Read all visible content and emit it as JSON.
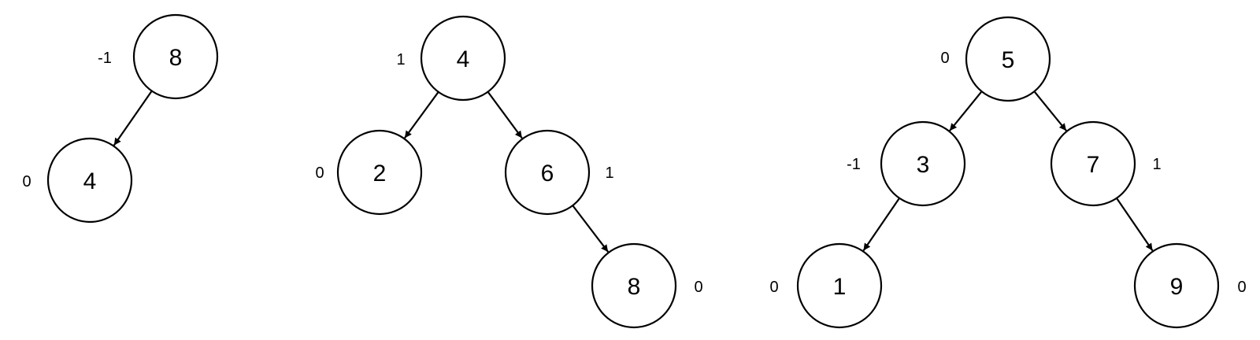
{
  "colors": {
    "stroke": "#000000",
    "node_fill": "#ffffff",
    "background": "#ffffff"
  },
  "trees": [
    {
      "id": "tree-1",
      "nodes": [
        {
          "id": "t1-n8",
          "value": "8",
          "balance": "-1"
        },
        {
          "id": "t1-n4",
          "value": "4",
          "balance": "0"
        }
      ],
      "edges": [
        {
          "from": "t1-n8",
          "to": "t1-n4"
        }
      ]
    },
    {
      "id": "tree-2",
      "nodes": [
        {
          "id": "t2-n4",
          "value": "4",
          "balance": "1"
        },
        {
          "id": "t2-n2",
          "value": "2",
          "balance": "0"
        },
        {
          "id": "t2-n6",
          "value": "6",
          "balance": "1"
        },
        {
          "id": "t2-n8",
          "value": "8",
          "balance": "0"
        }
      ],
      "edges": [
        {
          "from": "t2-n4",
          "to": "t2-n2"
        },
        {
          "from": "t2-n4",
          "to": "t2-n6"
        },
        {
          "from": "t2-n6",
          "to": "t2-n8"
        }
      ]
    },
    {
      "id": "tree-3",
      "nodes": [
        {
          "id": "t3-n5",
          "value": "5",
          "balance": "0"
        },
        {
          "id": "t3-n3",
          "value": "3",
          "balance": "-1"
        },
        {
          "id": "t3-n7",
          "value": "7",
          "balance": "1"
        },
        {
          "id": "t3-n1",
          "value": "1",
          "balance": "0"
        },
        {
          "id": "t3-n9",
          "value": "9",
          "balance": "0"
        }
      ],
      "edges": [
        {
          "from": "t3-n5",
          "to": "t3-n3"
        },
        {
          "from": "t3-n5",
          "to": "t3-n7"
        },
        {
          "from": "t3-n3",
          "to": "t3-n1"
        },
        {
          "from": "t3-n7",
          "to": "t3-n9"
        }
      ]
    }
  ]
}
